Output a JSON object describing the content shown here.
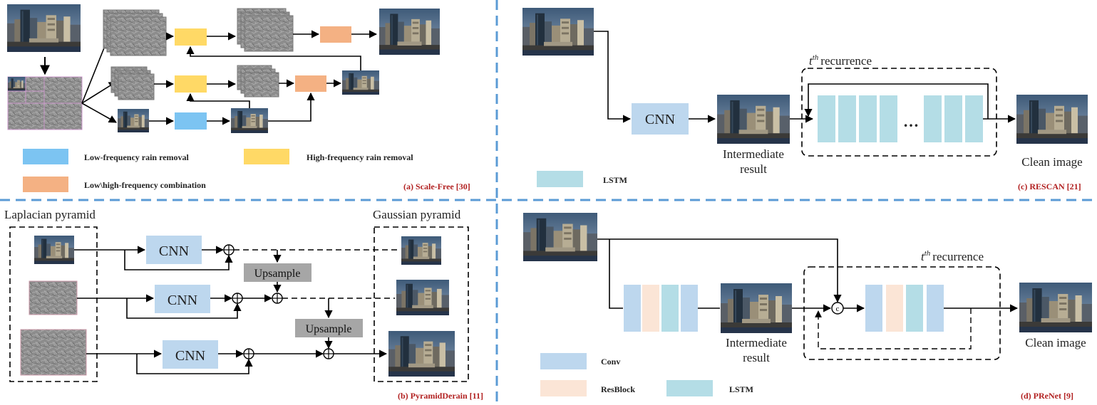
{
  "colors": {
    "low_freq": "#7cc4f2",
    "high_freq": "#ffd966",
    "combination": "#f4b183",
    "lstm": "#b4dde6",
    "conv": "#bdd7ee",
    "resblock": "#fbe5d6",
    "cnn_box": "#bdd7ee",
    "upsample": "#a6a6a6",
    "divider": "#5b9bd5",
    "caption": "#b22222"
  },
  "panel_a": {
    "legend": {
      "low": "Low-frequency rain removal",
      "high": "High-frequency rain removal",
      "combo": "Low\\high-frequency combination"
    },
    "caption": "(a) Scale-Free [30]"
  },
  "panel_b": {
    "laplacian_label": "Laplacian pyramid",
    "gaussian_label": "Gaussian pyramid",
    "cnn_label": "CNN",
    "upsample_label": "Upsample",
    "caption": "(b) PyramidDerain [11]"
  },
  "panel_c": {
    "cnn_label": "CNN",
    "recurrence_label": "recurrence",
    "recurrence_t": "t",
    "recurrence_sup": "th",
    "intermediate_line1": "Intermediate",
    "intermediate_line2": "result",
    "clean_label": "Clean image",
    "ellipsis": "…",
    "legend_lstm": "LSTM",
    "caption": "(c) RESCAN [21]"
  },
  "panel_d": {
    "recurrence_label": "recurrence",
    "recurrence_t": "t",
    "recurrence_sup": "th",
    "concat_symbol": "c",
    "intermediate_line1": "Intermediate",
    "intermediate_line2": "result",
    "clean_label": "Clean image",
    "legend_conv": "Conv",
    "legend_resblock": "ResBlock",
    "legend_lstm": "LSTM",
    "caption": "(d) PReNet [9]"
  }
}
